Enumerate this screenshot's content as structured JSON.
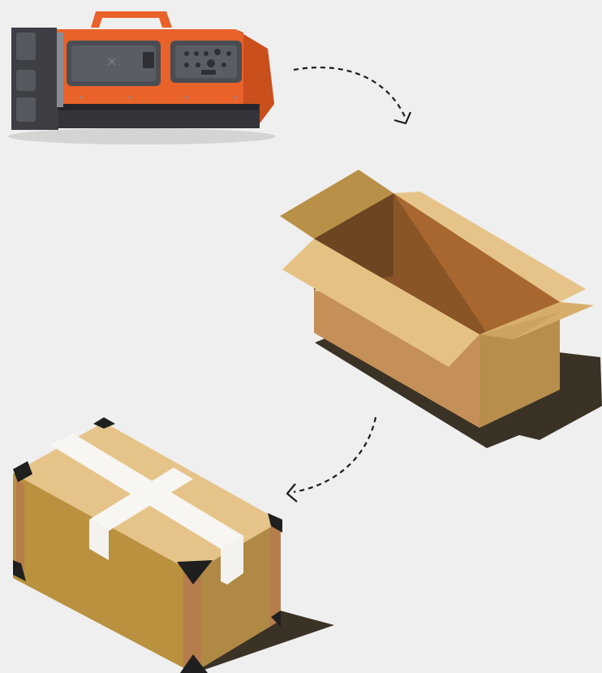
{
  "scene": {
    "background": "#efefef",
    "steps": [
      {
        "id": "device",
        "icon": "device-icon"
      },
      {
        "id": "open-box",
        "icon": "open-box-icon"
      },
      {
        "id": "sealed-box",
        "icon": "sealed-box-icon"
      }
    ],
    "arrows": [
      {
        "from": "device",
        "to": "open-box",
        "style": "dashed"
      },
      {
        "from": "open-box",
        "to": "sealed-box",
        "style": "dashed"
      }
    ]
  },
  "colors": {
    "device_body": "#e8622a",
    "device_dark": "#3d3f45",
    "cardboard_light": "#e6c489",
    "cardboard_mid": "#c9a064",
    "cardboard_dark": "#b78e4b",
    "box_interior": "#6d4621",
    "shadow": "#3b3226",
    "tape": "#f7f6f3",
    "corner_guard": "#1f1f1f"
  }
}
